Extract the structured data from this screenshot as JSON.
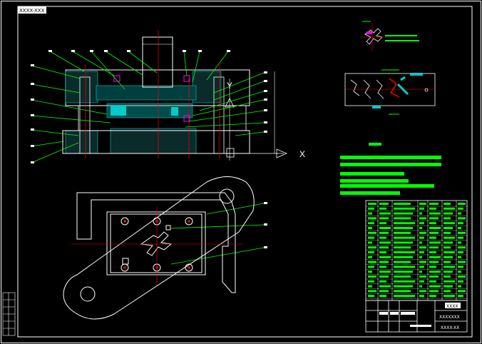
{
  "corner_tag": "XXXX-XXX",
  "axis_labels": {
    "x": "X",
    "y": "Y"
  },
  "title_block": {
    "line1": "XXXX",
    "line2": "XXXXXXX",
    "line3": "XXXX-XX"
  },
  "colors": {
    "background": "#000000",
    "outline": "#ffffff",
    "centerline": "#ff0000",
    "leader": "#00ff00",
    "hatch": "#00cccc",
    "accent": "#ff00ff"
  }
}
